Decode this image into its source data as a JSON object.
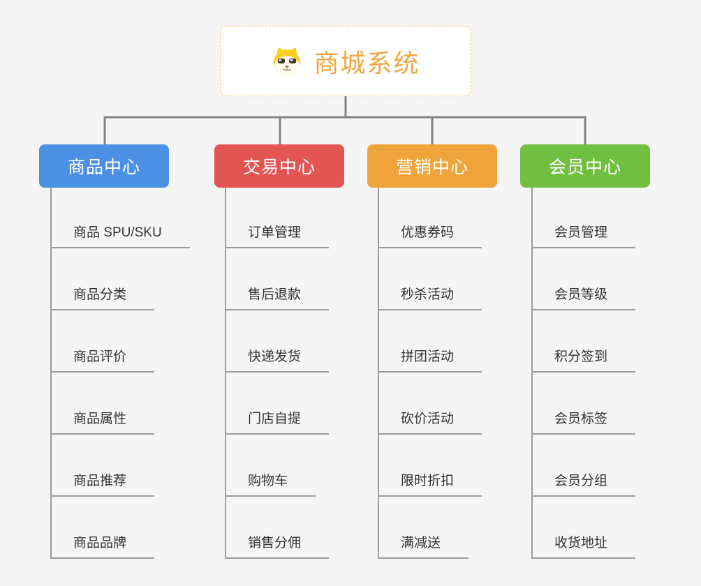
{
  "root": {
    "title": "商城系统",
    "icon": "dog-icon"
  },
  "branches": [
    {
      "label": "商品中心",
      "color": "#4b90e2",
      "items": [
        "商品 SPU/SKU",
        "商品分类",
        "商品评价",
        "商品属性",
        "商品推荐",
        "商品品牌"
      ]
    },
    {
      "label": "交易中心",
      "color": "#e25552",
      "items": [
        "订单管理",
        "售后退款",
        "快递发货",
        "门店自提",
        "购物车",
        "销售分佣"
      ]
    },
    {
      "label": "营销中心",
      "color": "#eea43a",
      "items": [
        "优惠券码",
        "秒杀活动",
        "拼团活动",
        "砍价活动",
        "限时折扣",
        "满减送"
      ]
    },
    {
      "label": "会员中心",
      "color": "#71bf41",
      "items": [
        "会员管理",
        "会员等级",
        "积分签到",
        "会员标签",
        "会员分组",
        "收货地址"
      ]
    }
  ],
  "colors": {
    "bg": "#f5f5f6",
    "connector": "#828282",
    "leaf-line": "#9c9c9c",
    "leaf-text": "#333333",
    "root-border": "#f3c377",
    "root-text": "#f0a73f"
  }
}
